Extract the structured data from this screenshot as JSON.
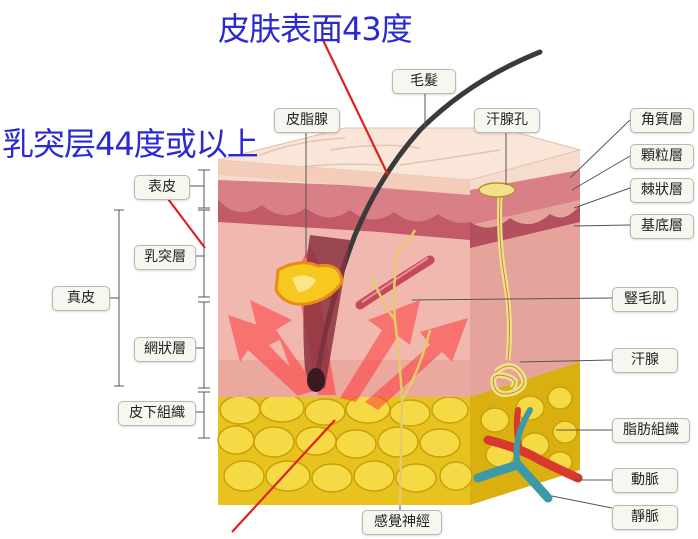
{
  "callouts": {
    "skin_surface": "皮肤表面43度",
    "papillary": "乳突层44度或以上"
  },
  "labels": {
    "hair": "毛髮",
    "sebaceous": "皮脂腺",
    "sweat_pore": "汗腺孔",
    "corneum": "角質層",
    "granular": "顆粒層",
    "spinous": "棘狀層",
    "basal": "基底層",
    "arrector": "豎毛肌",
    "sweat_gland": "汗腺",
    "fat_tissue": "脂肪組織",
    "artery": "動脈",
    "vein": "靜脈",
    "sensory_nerve": "感覺神經",
    "epidermis": "表皮",
    "papillary_layer": "乳突層",
    "dermis": "真皮",
    "reticular_layer": "網狀層",
    "hypodermis": "皮下組織"
  },
  "colors": {
    "callout_text": "#2a2ad0",
    "callout_line": "#e02020",
    "skin_top": "#f4d3c4",
    "dermis": "#f0b7b0",
    "fat": "#f2cf2c",
    "heat_arrow": "#ff3b3b"
  }
}
